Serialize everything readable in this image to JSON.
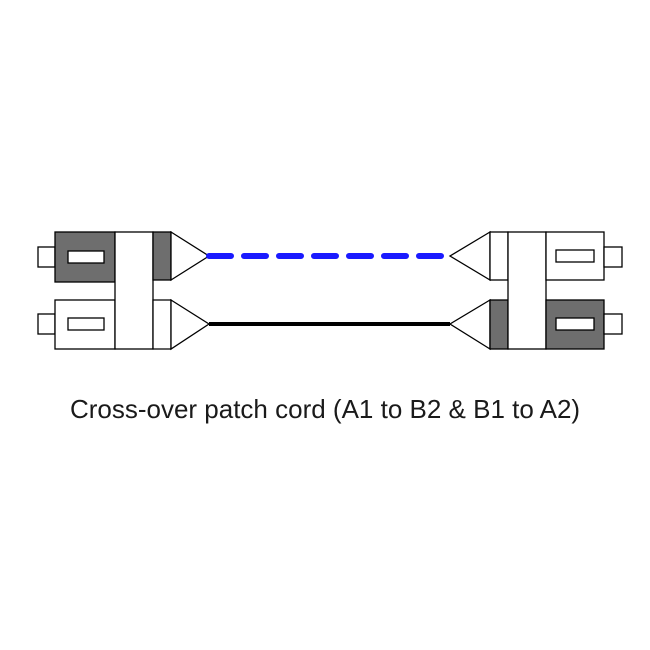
{
  "caption": "Cross-over patch cord (A1 to B2 & B1 to A2)",
  "colors": {
    "dashed_fiber": "#1a1aff",
    "solid_fiber": "#000000",
    "connector_dark": "#6e6e6e",
    "connector_light": "#ffffff",
    "outline": "#000000"
  },
  "fibers": [
    {
      "name": "A1 to B2",
      "style": "dashed"
    },
    {
      "name": "B1 to A2",
      "style": "solid"
    }
  ]
}
